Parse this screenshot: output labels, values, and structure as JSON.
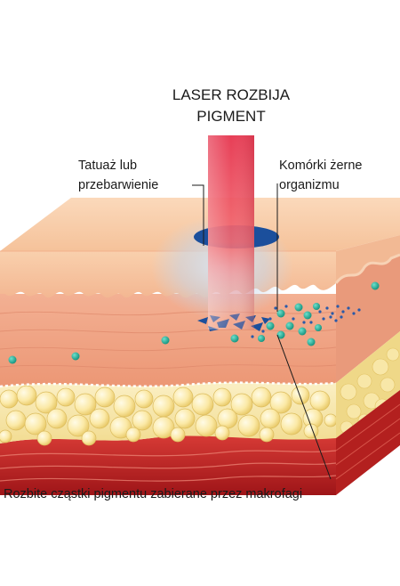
{
  "title": {
    "line1": "LASER ROZBIJA",
    "line2": "PIGMENT"
  },
  "labels": {
    "tattoo": {
      "line1": "Tatuaż lub",
      "line2": "przebarwienie"
    },
    "cells": {
      "line1": "Komórki żerne",
      "line2": "organizmu"
    },
    "caption": "Rozbite cząstki pigmentu zabierane przez makrofagi"
  },
  "colors": {
    "laser": "#e8384f",
    "pigment": "#1b4f9c",
    "macrophage": "#1aa58f",
    "epidermis": "#f7c9a6",
    "dermis": "#f0a585",
    "fat": "#f7e6a5",
    "muscle": "#c8282a"
  }
}
